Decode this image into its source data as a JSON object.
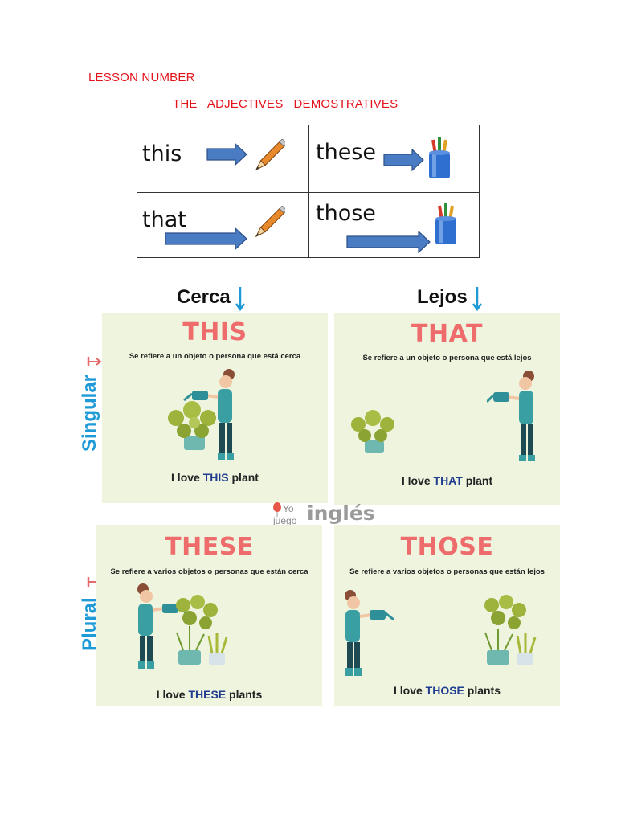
{
  "header": {
    "lesson": "LESSON NUMBER",
    "title": "THE   ADJECTIVES   DEMOSTRATIVES"
  },
  "table": {
    "cells": [
      "this",
      "these",
      "that",
      "those"
    ]
  },
  "columns": {
    "near": "Cerca",
    "far": "Lejos"
  },
  "rows": {
    "singular": "Singular",
    "plural": "Plural"
  },
  "panels": [
    {
      "title": "THIS",
      "desc": "Se refiere a un objeto o persona que está cerca",
      "pre": "I love ",
      "kw": "THIS",
      "post": " plant"
    },
    {
      "title": "THAT",
      "desc": "Se refiere a un objeto o persona que está lejos",
      "pre": "I love ",
      "kw": "THAT",
      "post": " plant"
    },
    {
      "title": "THESE",
      "desc": "Se refiere a varios objetos o personas que están cerca",
      "pre": "I love ",
      "kw": "THESE",
      "post": " plants"
    },
    {
      "title": "THOSE",
      "desc": "Se refiere a varios objetos o personas que están lejos",
      "pre": "I love ",
      "kw": "THOSE",
      "post": " plants"
    }
  ],
  "logo": {
    "yo": "Yo",
    "juego": "juego",
    "ingles": "inglés"
  },
  "colors": {
    "heading_red": "#e3141b",
    "panel_bg": "#eef4de",
    "title_pink": "#ee6c6c",
    "keyword_blue": "#1f3c8f",
    "arrow_blue": "#4a7cc4",
    "label_blue": "#1e9bd6"
  }
}
